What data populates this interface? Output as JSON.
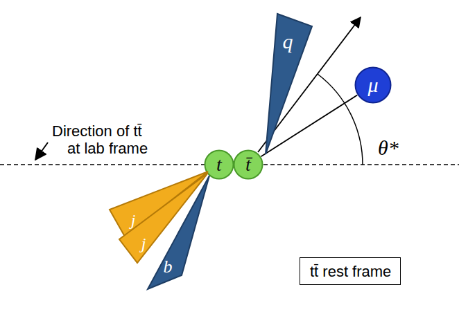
{
  "diagram": {
    "nodes": [
      {
        "text": [
          "q"
        ]
      },
      {
        "text": [
          "μ"
        ]
      },
      {
        "text": [
          "t"
        ]
      },
      {
        "text": [
          "t̄"
        ]
      },
      {
        "text": [
          "j"
        ]
      },
      {
        "text": [
          "j"
        ]
      },
      {
        "text": [
          "b"
        ]
      },
      {
        "text": [
          "tt̄ rest frame"
        ]
      }
    ],
    "edges": [
      {
        "from": 3,
        "to": 1,
        "arrow": "none"
      }
    ],
    "labels": [
      "Direction of tt̄",
      "at lab frame",
      "θ*"
    ]
  }
}
